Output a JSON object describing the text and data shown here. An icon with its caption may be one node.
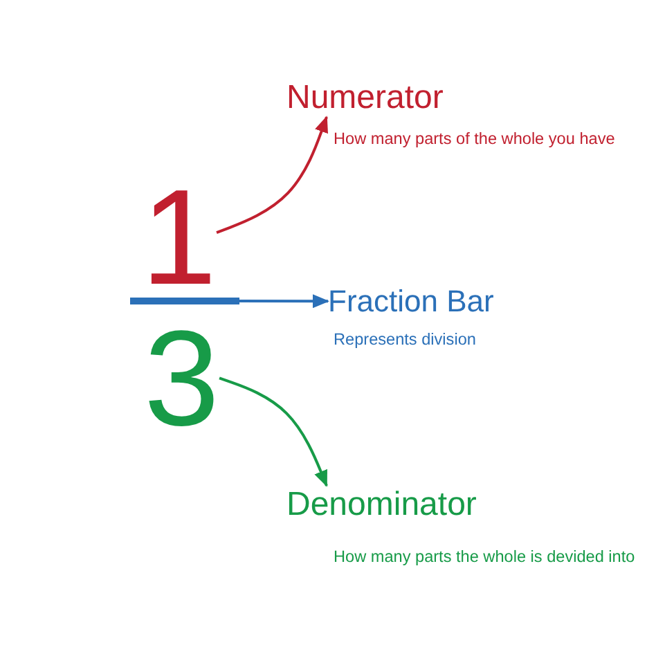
{
  "diagram": {
    "nodes": [
      {
        "text": [
          "1"
        ]
      },
      {
        "text": [
          "Numerator"
        ],
        "beside": [
          "How many parts of the whole you have"
        ]
      },
      {
        "text": [],
        "shape": "bar"
      },
      {
        "text": [
          "Fraction Bar"
        ],
        "beside": [
          "Represents division"
        ]
      },
      {
        "text": [
          "3"
        ]
      },
      {
        "text": [
          "Denominator"
        ],
        "beside": [
          "How many parts the whole is devided into"
        ]
      }
    ],
    "edges": [
      {
        "from": 0,
        "to": 1,
        "arrow": "to",
        "color": "#c1202f"
      },
      {
        "from": 2,
        "to": 3,
        "arrow": "to",
        "color": "#2b70b8"
      },
      {
        "from": 4,
        "to": 5,
        "arrow": "to",
        "color": "#179b48"
      }
    ]
  }
}
